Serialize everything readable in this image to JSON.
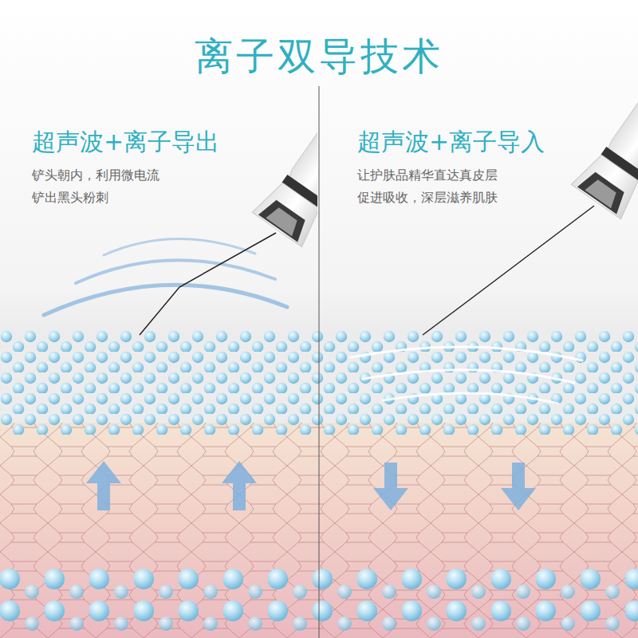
{
  "diagram": {
    "title": "离子双导技术",
    "labels": [
      "超声波+离子导出",
      "铲头朝内，利用微电流 铲出黑头粉刺",
      "超声波+离子导入",
      "让护肤品精华直达真皮层 促进吸收，深层滋养肌肤"
    ]
  }
}
